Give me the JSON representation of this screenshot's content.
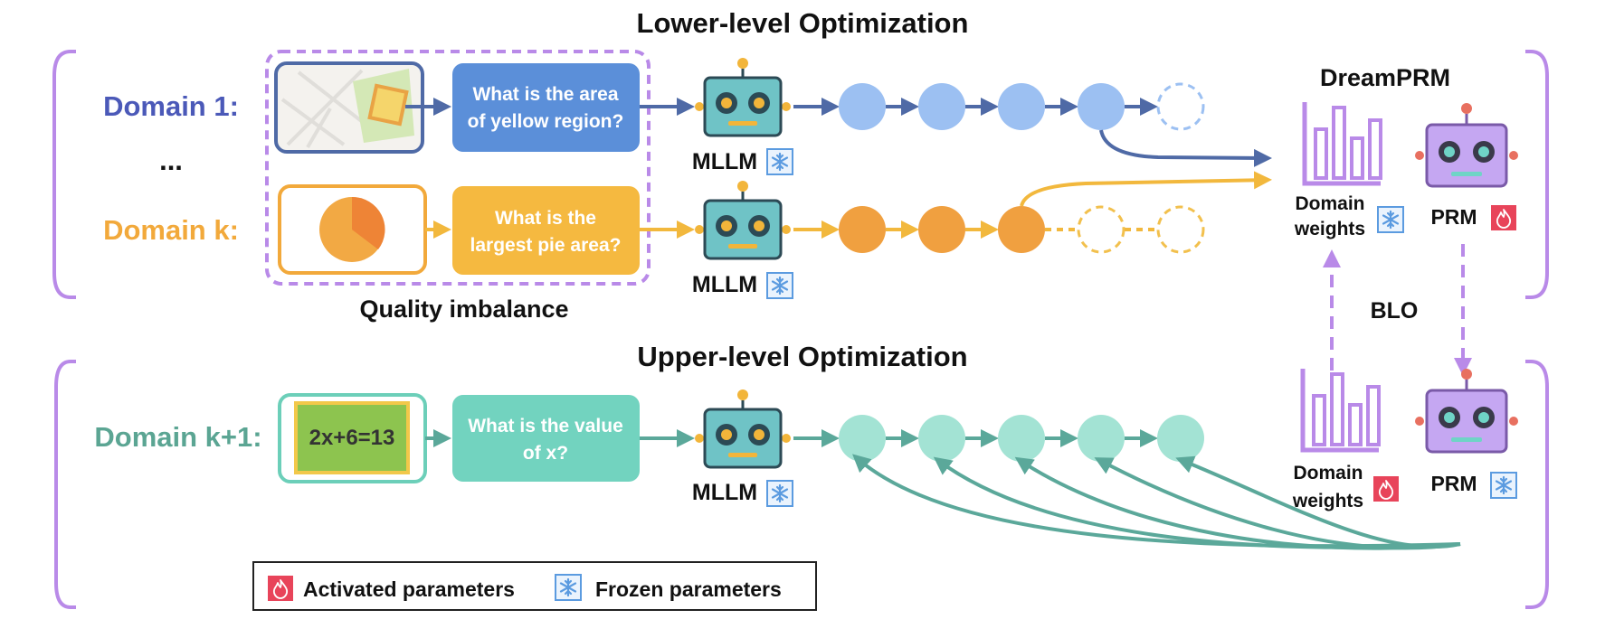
{
  "titles": {
    "lower": "Lower-level Optimization",
    "upper": "Upper-level Optimization",
    "dreamprm": "DreamPRM",
    "blo": "BLO",
    "quality": "Quality imbalance",
    "ellipsis": "..."
  },
  "domains": {
    "d1": {
      "label": "Domain 1:",
      "color": "#4B59B8",
      "question_l1": "What is the area",
      "question_l2": "of yellow region?"
    },
    "dk": {
      "label": "Domain k:",
      "color": "#F2A93B",
      "question_l1": "What is the",
      "question_l2": "largest pie area?"
    },
    "dk1": {
      "label": "Domain k+1:",
      "color": "#5BA593",
      "question_l1": "What is the value",
      "question_l2": "of x?",
      "equation": "2x+6=13"
    }
  },
  "mllm_label": "MLLM",
  "prm_label": "PRM",
  "domain_weights": {
    "line1": "Domain",
    "line2": "weights"
  },
  "legend": {
    "activated": "Activated parameters",
    "frozen": "Frozen parameters"
  },
  "icons": {
    "frozen": "snowflake-icon",
    "activated": "flame-icon",
    "mllm": "robot-icon",
    "prm": "robot-icon",
    "weights": "bar-chart-icon"
  },
  "colors": {
    "bracket": "#B98AE8",
    "blue_accent": "#5B8FD9",
    "orange_accent": "#F0A040",
    "teal_accent": "#6CCFB9",
    "flame": "#E8445A",
    "snow": "#5B9BE0"
  }
}
